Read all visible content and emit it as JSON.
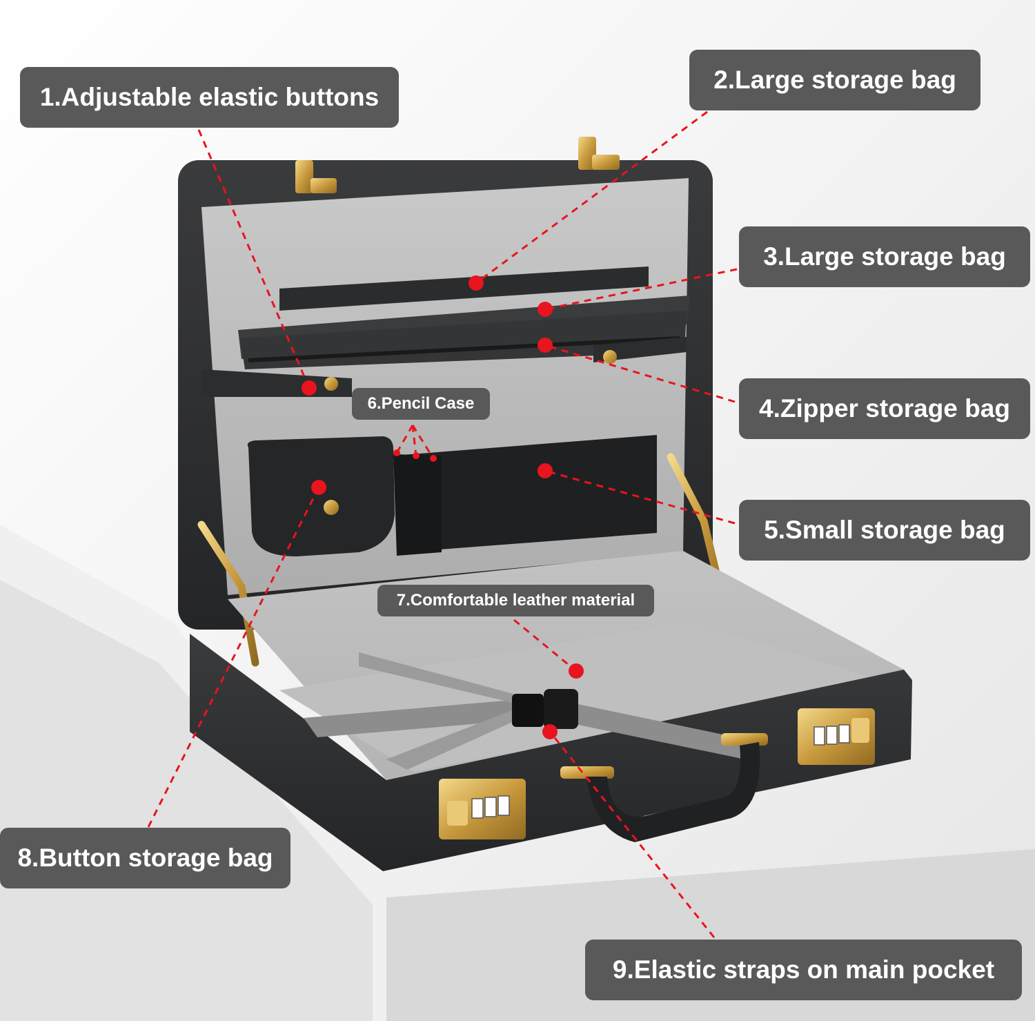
{
  "annotations": [
    {
      "id": 1,
      "text": "1.Adjustable elastic buttons"
    },
    {
      "id": 2,
      "text": "2.Large storage bag"
    },
    {
      "id": 3,
      "text": "3.Large storage bag"
    },
    {
      "id": 4,
      "text": "4.Zipper storage bag"
    },
    {
      "id": 5,
      "text": "5.Small storage bag"
    },
    {
      "id": 6,
      "text": "6.Pencil Case"
    },
    {
      "id": 7,
      "text": "7.Comfortable leather material"
    },
    {
      "id": 8,
      "text": "8.Button storage bag"
    },
    {
      "id": 9,
      "text": "9.Elastic straps on main pocket"
    }
  ],
  "colors": {
    "label_background": "#595959",
    "label_text": "#ffffff",
    "marker": "#e8141e",
    "case_leather": "#2e2f31",
    "lining": "#bdbdbd",
    "hardware": "#d2a24a"
  }
}
